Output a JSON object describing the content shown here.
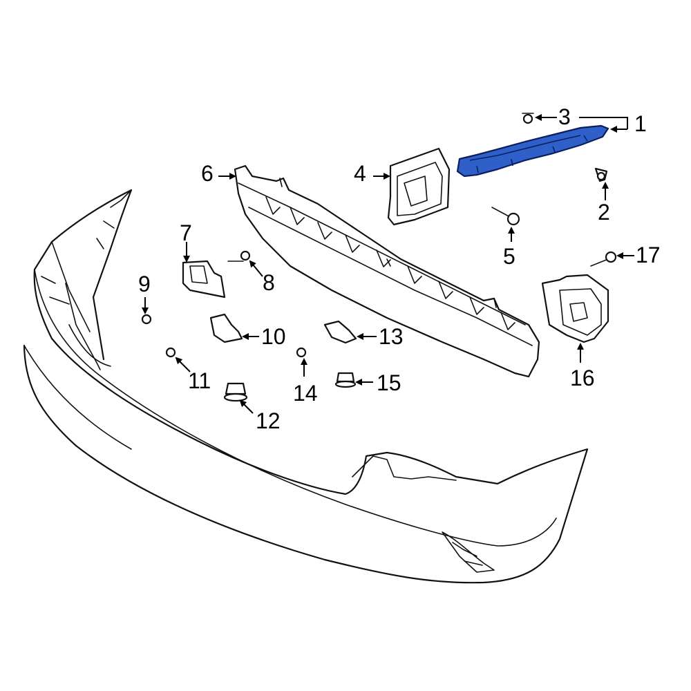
{
  "callouts": {
    "c1": "1",
    "c2": "2",
    "c3": "3",
    "c4": "4",
    "c5": "5",
    "c6": "6",
    "c7": "7",
    "c8": "8",
    "c9": "9",
    "c10": "10",
    "c11": "11",
    "c12": "12",
    "c13": "13",
    "c14": "14",
    "c15": "15",
    "c16": "16",
    "c17": "17"
  },
  "colors": {
    "highlight_fill": "#2f5fc8",
    "highlight_stroke": "#0b1e5e",
    "line": "#111111",
    "background": "#ffffff"
  }
}
